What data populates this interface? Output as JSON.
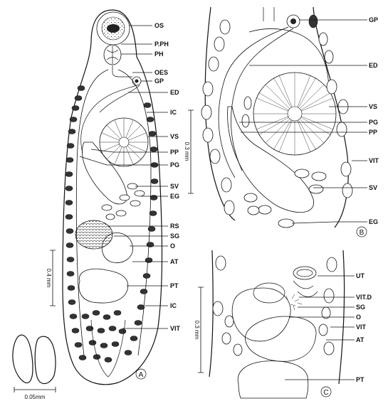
{
  "figure": {
    "panel_a": {
      "letter": "A",
      "labels": {
        "os": "OS",
        "pph": "P.PH",
        "ph": "PH",
        "oes": "OES",
        "gp": "GP",
        "ed": "ED",
        "ic": "IC",
        "vs": "VS",
        "pp": "PP",
        "pg": "PG",
        "sv": "SV",
        "eg": "EG",
        "rs": "RS",
        "sg": "SG",
        "o": "O",
        "at": "AT",
        "pt": "PT",
        "ic2": "IC",
        "vit": "VIT"
      },
      "scale_bar": "0.4 mm"
    },
    "eggs_scale_bar": "0.05mm",
    "panel_b": {
      "letter": "B",
      "labels": {
        "gp": "GP",
        "ed": "ED",
        "vs": "VS",
        "pg": "PG",
        "pp": "PP",
        "vit": "VIT",
        "sv": "SV",
        "eg": "EG"
      },
      "scale_bar": "0.3 mm"
    },
    "panel_c": {
      "letter": "C",
      "labels": {
        "ut": "UT",
        "vitd": "VIT.D",
        "sg": "SG",
        "o": "O",
        "vit": "VIT",
        "at": "AT",
        "pt": "PT"
      },
      "scale_bar": "0.3 mm"
    }
  }
}
